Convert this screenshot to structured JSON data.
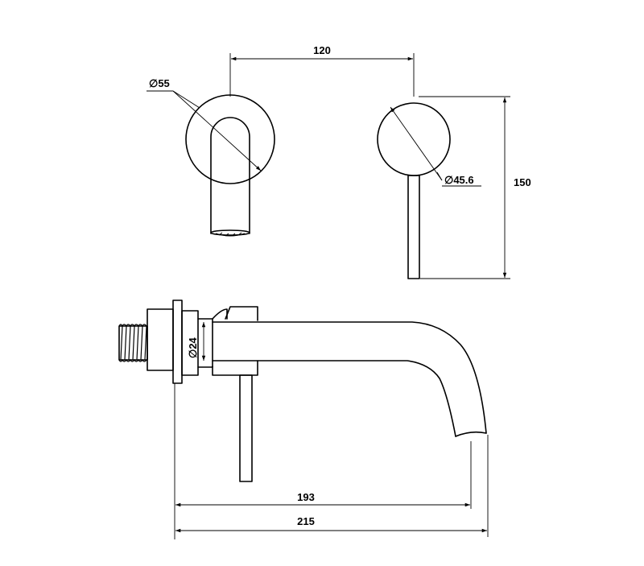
{
  "dimensions": {
    "spout_spacing": "120",
    "spout_plate_diameter": "∅55",
    "handle_plate_diameter": "∅45.6",
    "total_height": "150",
    "pipe_diameter": "∅24",
    "spout_reach_inner": "193",
    "spout_reach_total": "215"
  }
}
